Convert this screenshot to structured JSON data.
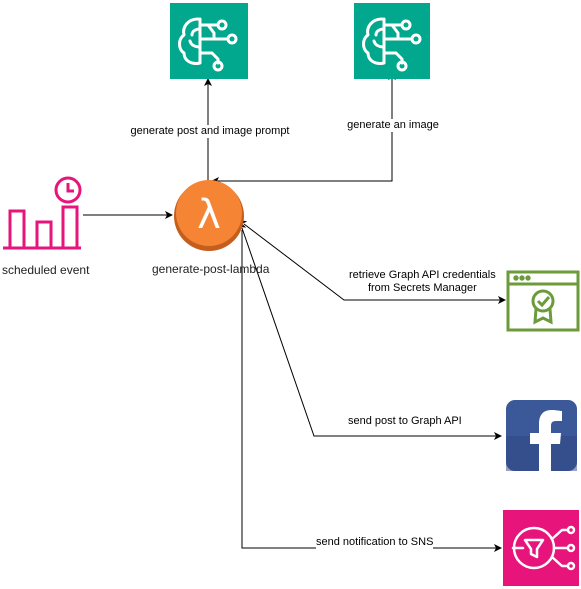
{
  "nodes": {
    "bedrock_text": {
      "icon": "bedrock-brain-icon",
      "color": "#01a88d"
    },
    "bedrock_image": {
      "icon": "bedrock-brain-icon",
      "color": "#01a88d"
    },
    "scheduled_event": {
      "icon": "eventbridge-scheduler-icon",
      "color": "#e7157b",
      "label": "scheduled event"
    },
    "lambda": {
      "icon": "lambda-icon",
      "color": "#f58534",
      "label": "generate-post-lambda"
    },
    "secrets_manager": {
      "icon": "certificate-window-icon",
      "color": "#6b9b3a"
    },
    "facebook": {
      "icon": "facebook-icon",
      "color": "#3b5998"
    },
    "sns": {
      "icon": "sns-icon",
      "color": "#e7157b"
    }
  },
  "edges": {
    "prompt": "generate post and image prompt",
    "image": "generate an image",
    "secrets": "retrieve Graph API credentials\nfrom Secrets Manager",
    "graph": "send post to Graph API",
    "sns": "send notification to SNS"
  }
}
